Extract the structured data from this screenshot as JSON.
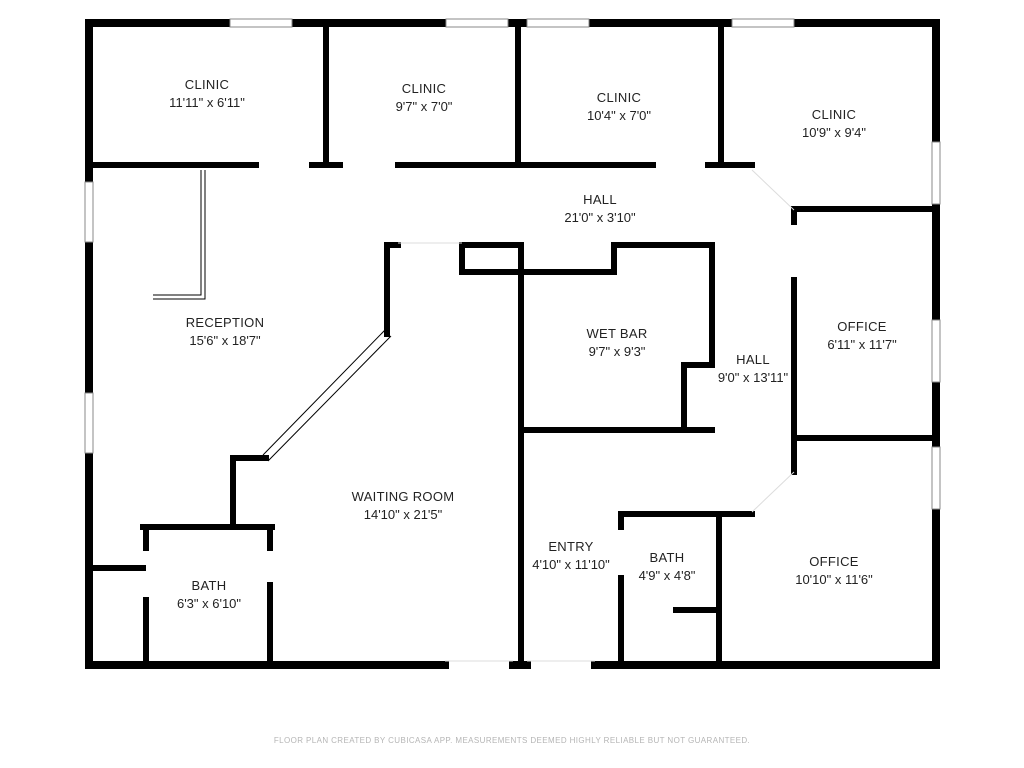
{
  "rooms": [
    {
      "id": "clinic-1",
      "name": "CLINIC",
      "dim": "11'11\" x 6'11\""
    },
    {
      "id": "clinic-2",
      "name": "CLINIC",
      "dim": "9'7\" x 7'0\""
    },
    {
      "id": "clinic-3",
      "name": "CLINIC",
      "dim": "10'4\" x 7'0\""
    },
    {
      "id": "clinic-4",
      "name": "CLINIC",
      "dim": "10'9\" x 9'4\""
    },
    {
      "id": "hall-top",
      "name": "HALL",
      "dim": "21'0\" x 3'10\""
    },
    {
      "id": "reception",
      "name": "RECEPTION",
      "dim": "15'6\" x 18'7\""
    },
    {
      "id": "wet-bar",
      "name": "WET BAR",
      "dim": "9'7\" x 9'3\""
    },
    {
      "id": "hall-right",
      "name": "HALL",
      "dim": "9'0\" x 13'11\""
    },
    {
      "id": "office-1",
      "name": "OFFICE",
      "dim": "6'11\" x 11'7\""
    },
    {
      "id": "waiting-room",
      "name": "WAITING ROOM",
      "dim": "14'10\" x 21'5\""
    },
    {
      "id": "entry",
      "name": "ENTRY",
      "dim": "4'10\" x 11'10\""
    },
    {
      "id": "bath-1",
      "name": "BATH",
      "dim": "4'9\" x 4'8\""
    },
    {
      "id": "bath-2",
      "name": "BATH",
      "dim": "6'3\" x 6'10\""
    },
    {
      "id": "office-2",
      "name": "OFFICE",
      "dim": "10'10\" x 11'6\""
    }
  ],
  "footer": "FLOOR PLAN CREATED BY CUBICASA APP. MEASUREMENTS DEEMED HIGHLY RELIABLE BUT NOT GUARANTEED.",
  "colors": {
    "wall": "#000000",
    "window": "#9a9a9a",
    "background": "#ffffff"
  }
}
